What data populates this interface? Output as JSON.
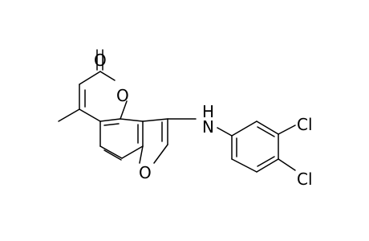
{
  "molecule": {
    "atoms": {
      "carbonyl_o": "O",
      "ring_o": "O",
      "furan_o": "O",
      "amine_n": "N",
      "amine_h": "H",
      "cl_1": "Cl",
      "cl_2": "Cl"
    }
  }
}
